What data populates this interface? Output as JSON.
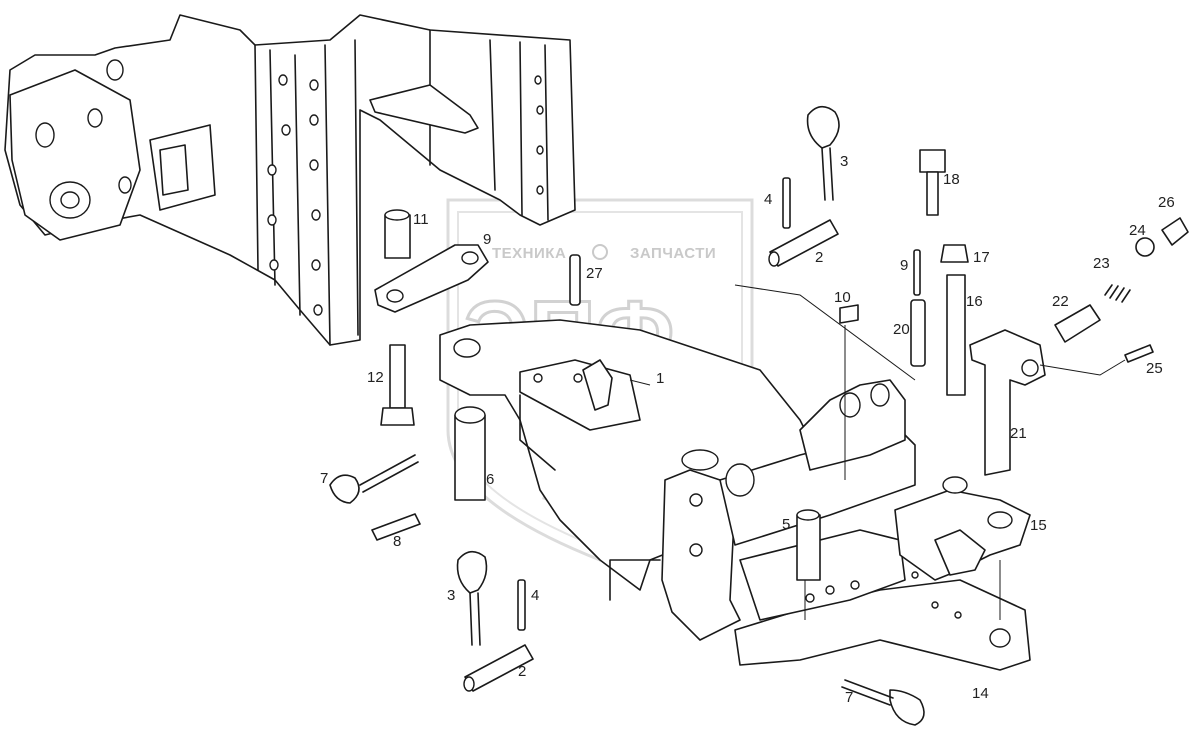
{
  "watermark": {
    "brand_left": "ТЕХНИКА",
    "brand_right": "ЗАПЧАСТИ",
    "logo_letters": "ЭПФ"
  },
  "labels": [
    "1",
    "2",
    "2",
    "3",
    "3",
    "4",
    "4",
    "5",
    "6",
    "7",
    "7",
    "8",
    "9",
    "9",
    "10",
    "11",
    "12",
    "14",
    "15",
    "16",
    "17",
    "18",
    "20",
    "21",
    "22",
    "23",
    "24",
    "25",
    "26",
    "27"
  ]
}
